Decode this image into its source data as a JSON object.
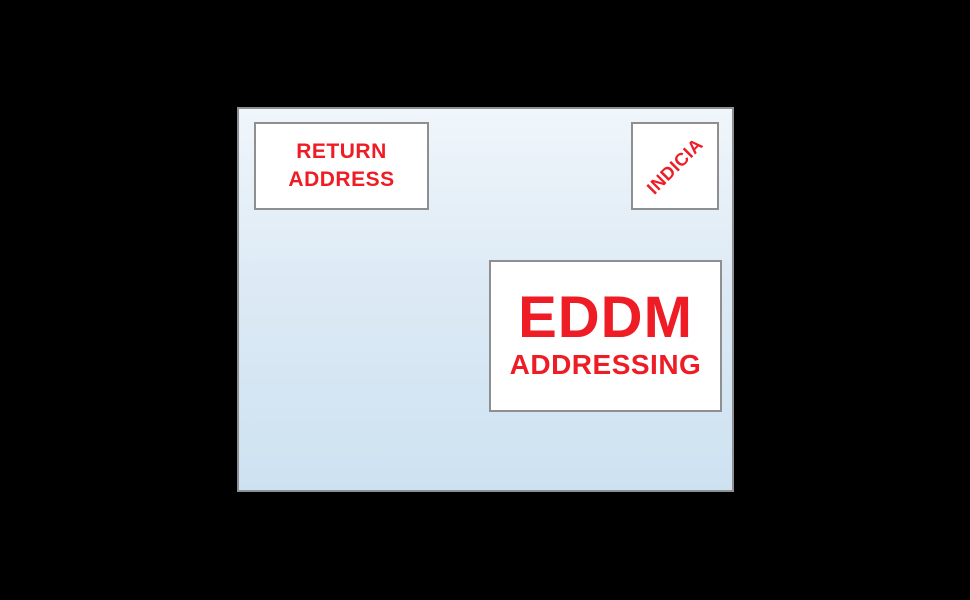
{
  "scene": {
    "description": "EDDM mailpiece addressing placement diagram",
    "colors": {
      "background": "#000000",
      "envelope_fill_top": "#f0f6fb",
      "envelope_fill_bottom": "#cde2f1",
      "envelope_border": "#8e9094",
      "box_fill": "#ffffff",
      "box_border": "#8f8f8f",
      "label_red": "#ee1c25"
    }
  },
  "envelope": {
    "return_address": {
      "line1": "RETURN",
      "line2": "ADDRESS"
    },
    "indicia": {
      "label": "INDICIA"
    },
    "eddm": {
      "title": "EDDM",
      "subtitle": "ADDRESSING"
    }
  }
}
